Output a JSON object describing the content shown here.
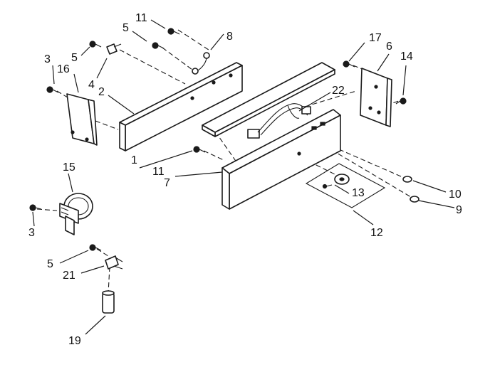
{
  "callouts": {
    "c1": "1",
    "c2": "2",
    "c3a": "3",
    "c3b": "3",
    "c4": "4",
    "c5a": "5",
    "c5b": "5",
    "c5c": "5",
    "c6": "6",
    "c7": "7",
    "c8": "8",
    "c9": "9",
    "c10": "10",
    "c11a": "11",
    "c11b": "11",
    "c12": "12",
    "c13": "13",
    "c14": "14",
    "c15": "15",
    "c16": "16",
    "c17": "17",
    "c19": "19",
    "c21": "21",
    "c22": "22"
  },
  "colors": {
    "line": "#1a1a1a",
    "background": "#ffffff"
  }
}
